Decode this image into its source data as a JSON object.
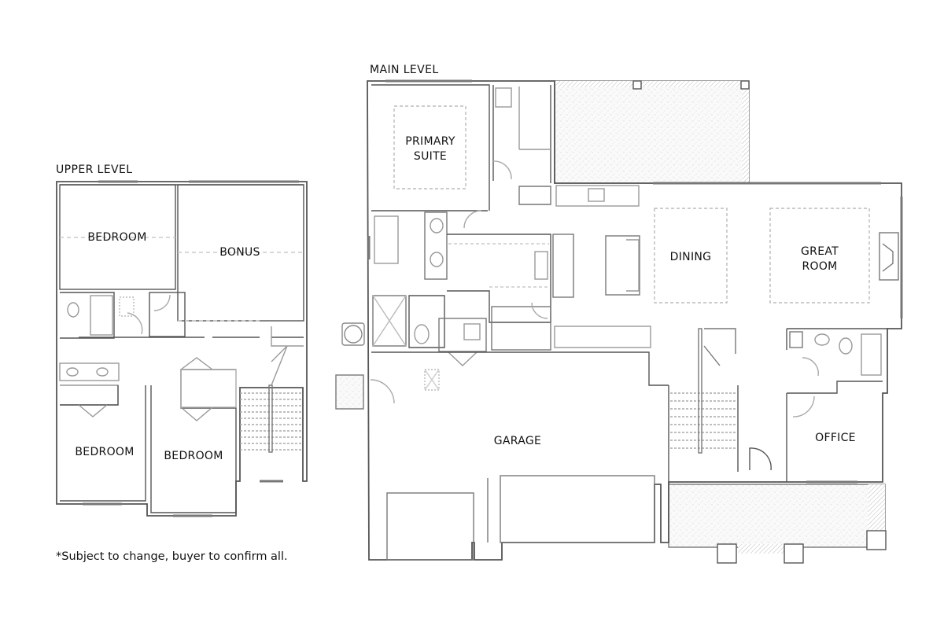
{
  "upper_level": {
    "title": "UPPER LEVEL",
    "rooms": [
      {
        "label": "BEDROOM"
      },
      {
        "label": "BONUS"
      },
      {
        "label": "BEDROOM"
      },
      {
        "label": "BEDROOM"
      }
    ]
  },
  "main_level": {
    "title": "MAIN LEVEL",
    "rooms": [
      {
        "label": "PRIMARY\nSUITE"
      },
      {
        "label": "DINING"
      },
      {
        "label": "GREAT\nROOM"
      },
      {
        "label": "GARAGE"
      },
      {
        "label": "OFFICE"
      }
    ]
  },
  "disclaimer": "*Subject to change, buyer to confirm all.",
  "colors": {
    "wall": "#555555",
    "fixture": "#999999",
    "dashed": "#bbbbbb",
    "patio_fill": "#f4f4f4",
    "text": "#111111"
  }
}
